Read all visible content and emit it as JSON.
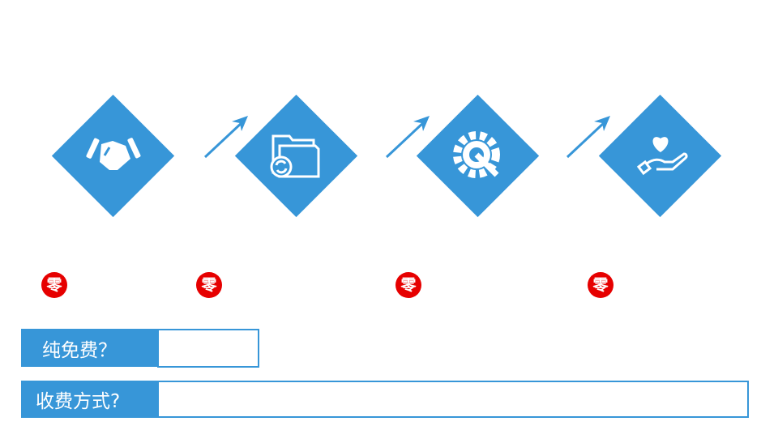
{
  "steps": [
    {
      "icon": "handshake-icon"
    },
    {
      "icon": "folder-sync-icon"
    },
    {
      "icon": "gear-wrench-icon"
    },
    {
      "icon": "hand-heart-icon"
    }
  ],
  "zero_badges": [
    "零",
    "零",
    "零",
    "零"
  ],
  "rows": [
    {
      "label": "纯免费？",
      "value": ""
    },
    {
      "label": "收费方式?",
      "value": ""
    }
  ],
  "colors": {
    "accent": "#3796d8",
    "badge": "#e60000"
  }
}
